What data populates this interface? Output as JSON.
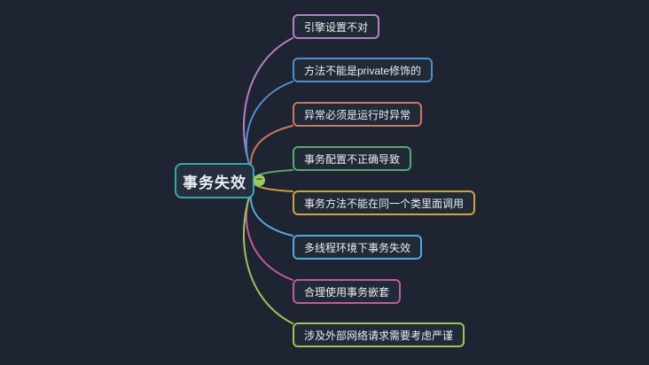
{
  "canvas": {
    "background_color": "#1e2431"
  },
  "mindmap": {
    "root": {
      "label": "事务失效",
      "border_color": "#3da4ac"
    },
    "collapse_button": {
      "symbol": "−",
      "color": "#97cc64"
    },
    "branches": [
      {
        "label": "引擎设置不对",
        "color": "#b67fc8"
      },
      {
        "label": "方法不能是private修饰的",
        "color": "#4e8fd5"
      },
      {
        "label": "异常必须是运行时异常",
        "color": "#c7795f"
      },
      {
        "label": "事务配置不正确导致",
        "color": "#5ba671"
      },
      {
        "label": "事务方法不能在同一个类里面调用",
        "color": "#cda43f"
      },
      {
        "label": "多线程环境下事务失效",
        "color": "#54a9d9"
      },
      {
        "label": "合理使用事务嵌套",
        "color": "#c05b9e"
      },
      {
        "label": "涉及外部网络请求需要考虑严谨",
        "color": "#9ec358"
      }
    ]
  }
}
